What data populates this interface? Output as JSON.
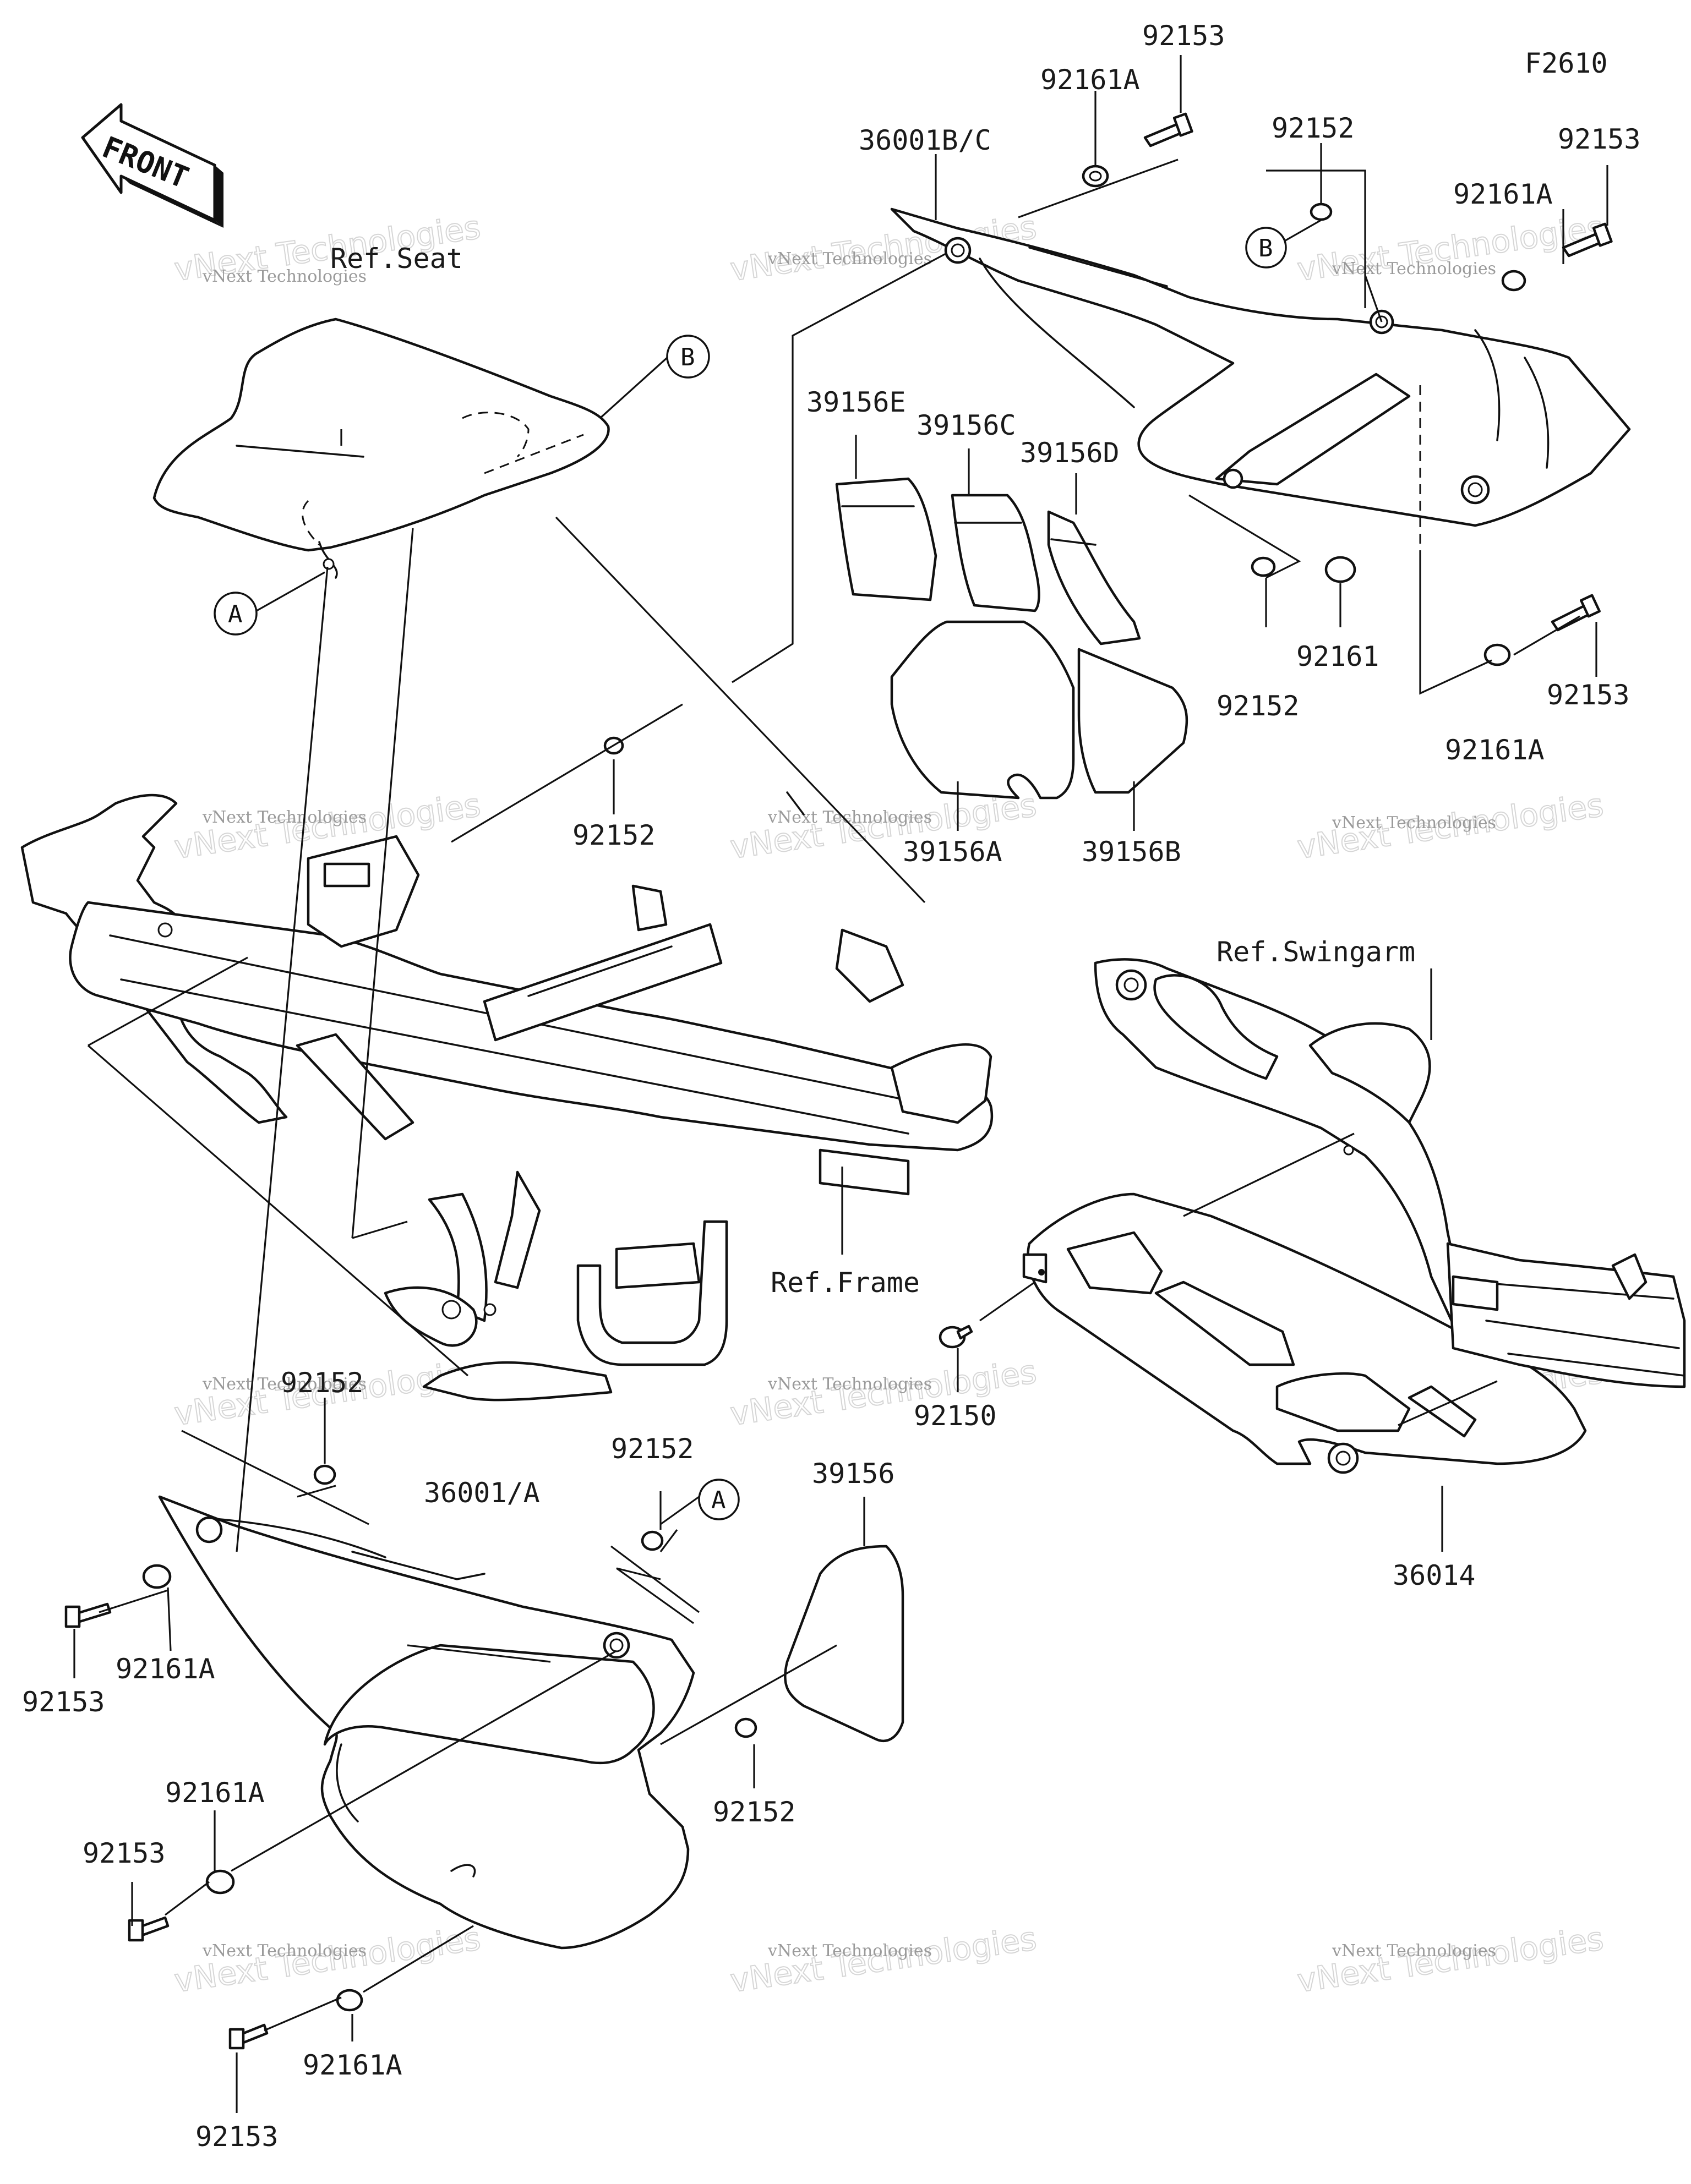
{
  "figure_code": "F2610",
  "front_arrow": {
    "text": "FRONT"
  },
  "watermark": {
    "line1": "vNext Technologies",
    "line2": "vNext Technologies"
  },
  "references": {
    "seat": "Ref.Seat",
    "swingarm": "Ref.Swingarm",
    "frame": "Ref.Frame"
  },
  "connectors": {
    "a": "A",
    "b": "B"
  },
  "labels": {
    "p92153_top": "92153",
    "p92161A_top": "92161A",
    "p36001BC": "36001B/C",
    "p92152_top_right": "92152",
    "p92153_right_top": "92153",
    "p92161A_right_top": "92161A",
    "p39156E": "39156E",
    "p39156C": "39156C",
    "p39156D": "39156D",
    "p92161": "92161",
    "p92152_mid_right": "92152",
    "p92153_right_mid": "92153",
    "p92161A_right_mid": "92161A",
    "p92152_center": "92152",
    "p39156A": "39156A",
    "p39156B": "39156B",
    "p92152_left_low": "92152",
    "p92150": "92150",
    "p92152_mid_low": "92152",
    "p36001A": "36001/A",
    "p39156": "39156",
    "p36014": "36014",
    "p92161A_left_a": "92161A",
    "p92153_left_a": "92153",
    "p92152_bottom": "92152",
    "p92161A_left_b": "92161A",
    "p92153_left_b": "92153",
    "p92161A_left_c": "92161A",
    "p92153_left_c": "92153"
  }
}
